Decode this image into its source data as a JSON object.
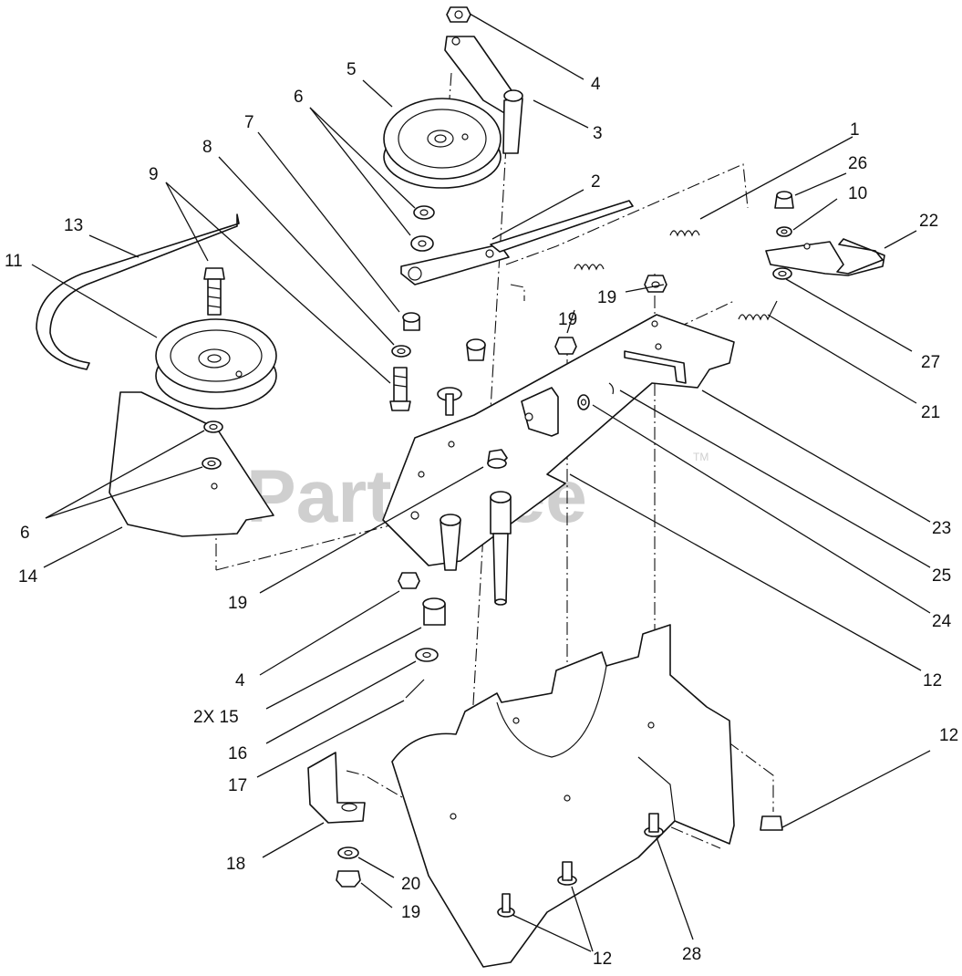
{
  "watermark": {
    "text": "PartsTree",
    "trademark": "TM"
  },
  "callouts": {
    "c1": "1",
    "c2": "2",
    "c3": "3",
    "c4_top": "4",
    "c5": "5",
    "c6_top": "6",
    "c7": "7",
    "c8": "8",
    "c9": "9",
    "c10": "10",
    "c11": "11",
    "c13": "13",
    "c22": "22",
    "c26": "26",
    "c27": "27",
    "c21": "21",
    "c19_mid_a": "19",
    "c19_mid_b": "19",
    "c23": "23",
    "c25": "25",
    "c24": "24",
    "c6_left": "6",
    "c14": "14",
    "c19_left": "19",
    "c4_left": "4",
    "c12_mid": "12",
    "c15": "2X 15",
    "c16": "16",
    "c17": "17",
    "c12_right": "12",
    "c18": "18",
    "c20": "20",
    "c19_bottom": "19",
    "c12_bottom": "12",
    "c28": "28"
  }
}
